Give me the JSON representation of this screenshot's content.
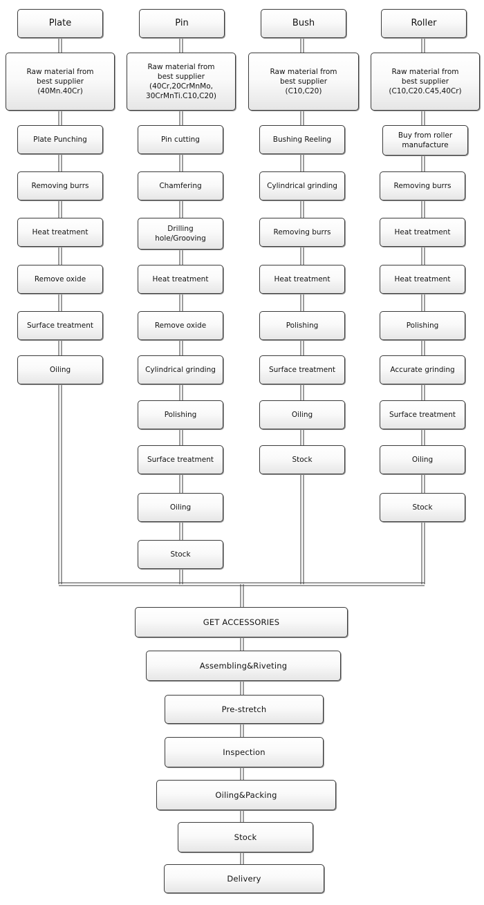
{
  "columns": [
    {
      "header": "Plate",
      "steps": [
        "Raw material from\nbest supplier\n(40Mn.40Cr)",
        "Plate Punching",
        "Removing burrs",
        "Heat treatment",
        "Remove oxide",
        "Surface treatment",
        "Oiling"
      ]
    },
    {
      "header": "Pin",
      "steps": [
        "Raw material from\nbest supplier\n(40Cr,20CrMnMo,\n30CrMnTi.C10,C20)",
        "Pin cutting",
        "Chamfering",
        "Drilling\nhole/Grooving",
        "Heat treatment",
        "Remove oxide",
        "Cylindrical grinding",
        "Polishing",
        "Surface treatment",
        "Oiling",
        "Stock"
      ]
    },
    {
      "header": "Bush",
      "steps": [
        "Raw material from\nbest supplier\n(C10,C20)",
        "Bushing Reeling",
        "Cylindrical grinding",
        "Removing burrs",
        "Heat treatment",
        "Polishing",
        "Surface treatment",
        "Oiling",
        "Stock"
      ]
    },
    {
      "header": "Roller",
      "steps": [
        "Raw material from\nbest supplier\n(C10,C20.C45,40Cr)",
        "Buy from roller\nmanufacture",
        "Removing burrs",
        "Heat treatment",
        "Heat treatment",
        "Polishing",
        "Accurate grinding",
        "Surface treatment",
        "Oiling",
        "Stock"
      ]
    }
  ],
  "final_steps": [
    "GET ACCESSORIES",
    "Assembling&Riveting",
    "Pre-stretch",
    "Inspection",
    "Oiling&Packing",
    "Stock",
    "Delivery"
  ],
  "colors": {
    "line": "#3a3a3a",
    "box_border": "#3a3a3a",
    "box_top": "#ffffff",
    "box_bottom": "#e6e6e6"
  }
}
